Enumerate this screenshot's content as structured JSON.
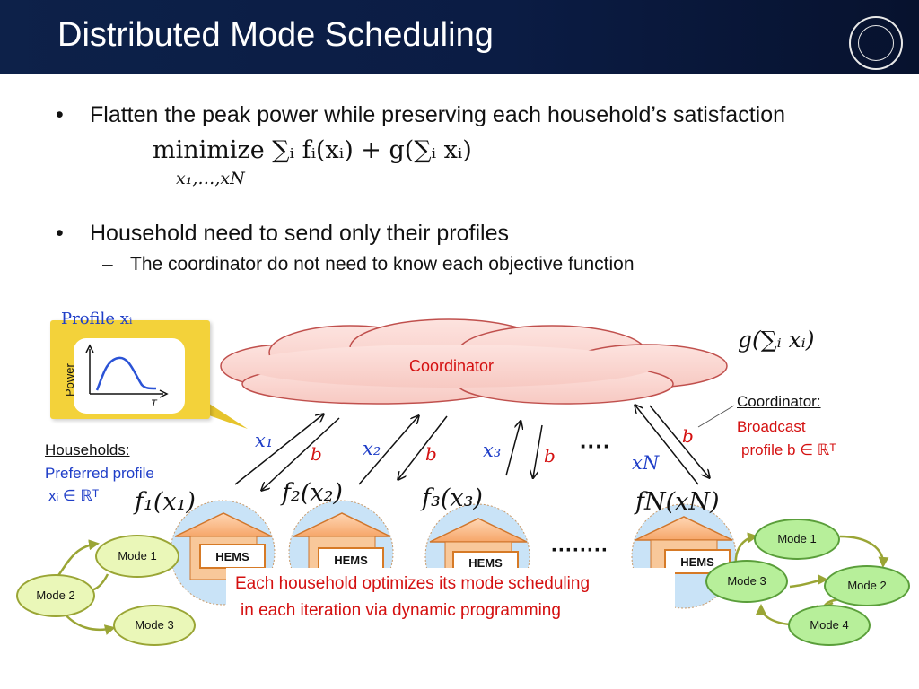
{
  "title": "Distributed Mode Scheduling",
  "bullets": {
    "b1": "Flatten the peak power while preserving each household’s satisfaction",
    "formula_main": "minimize ∑ᵢ fᵢ(xᵢ) + g(∑ᵢ xᵢ)",
    "formula_sub": "x₁,…,xN",
    "b2": "Household need to send only their profiles",
    "b2_sub": "The coordinator do not need to know each objective function"
  },
  "profile": {
    "label": "Profile xᵢ",
    "power_axis": "Power",
    "t_axis": "T"
  },
  "coordinator": {
    "label": "Coordinator",
    "g_label": "g(∑ᵢ xᵢ)",
    "note_title": "Coordinator:",
    "note_line1": "Broadcast",
    "note_line2": "profile b ∈ ℝᵀ"
  },
  "households_note": {
    "title": "Households:",
    "line1": "Preferred profile",
    "line2": "xᵢ ∈ ℝᵀ"
  },
  "arrows": {
    "x1": "x₁",
    "x2": "x₂",
    "x3": "x₃",
    "xN": "xN",
    "b1": "b",
    "b2": "b",
    "b3": "b",
    "bN": "b",
    "dots_top": "····",
    "dots_mid": "········"
  },
  "households": [
    {
      "f": "f₁(x₁)",
      "hems": "HEMS"
    },
    {
      "f": "f₂(x₂)",
      "hems": "HEMS"
    },
    {
      "f": "f₃(x₃)",
      "hems": "HEMS"
    },
    {
      "f": "fN(xN)",
      "hems": "HEMS"
    }
  ],
  "modes_left": [
    "Mode 1",
    "Mode 2",
    "Mode 3"
  ],
  "modes_right": [
    "Mode 1",
    "Mode 2",
    "Mode 3",
    "Mode 4"
  ],
  "note": {
    "line1": "Each household optimizes its mode scheduling",
    "line2": "in each iteration via dynamic programming"
  },
  "colors": {
    "title_bar": "#0d2149",
    "red": "#d41010",
    "blue": "#1f3ec8",
    "profile_box": "#f3d23a"
  }
}
